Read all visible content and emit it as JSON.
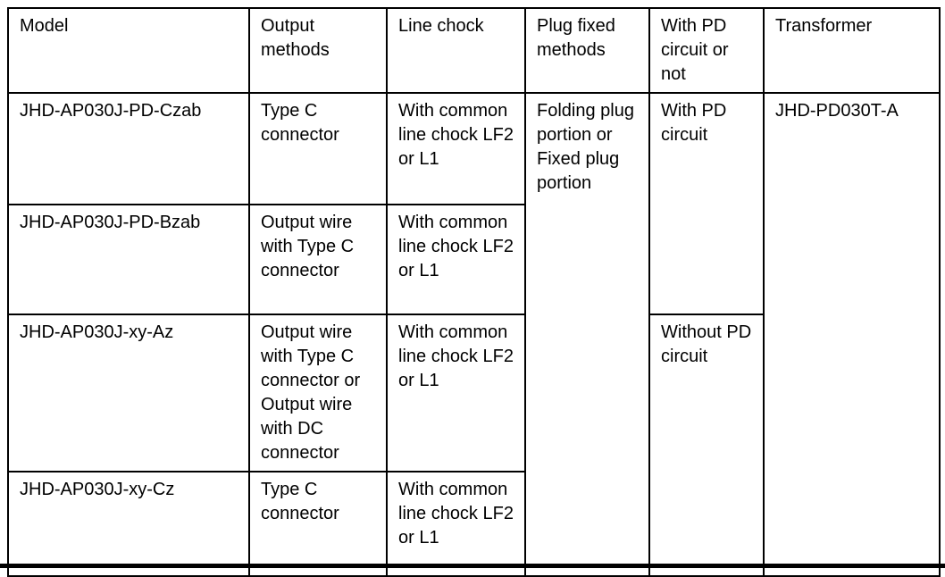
{
  "page": {
    "background_color": "#ffffff",
    "text_color": "#000000",
    "border_color": "#000000"
  },
  "table": {
    "headers": {
      "model": "Model",
      "output_methods": "Output methods",
      "line_chock": "Line chock",
      "plug_fixed_methods": "Plug fixed methods",
      "pd_circuit": "With PD circuit or not",
      "transformer": "Transformer"
    },
    "rows": [
      {
        "model": "JHD-AP030J-PD-Czab",
        "output_method": "Type C connector",
        "line_chock": "With common line chock LF2 or L1"
      },
      {
        "model": "JHD-AP030J-PD-Bzab",
        "output_method": "Output wire with Type C connector",
        "line_chock": "With common line chock LF2 or L1"
      },
      {
        "model": "JHD-AP030J-xy-Az",
        "output_method": "Output wire with Type C connector or Output wire with DC connector",
        "line_chock": "With common line chock LF2 or L1"
      },
      {
        "model": "JHD-AP030J-xy-Cz",
        "output_method": "Type C connector",
        "line_chock": "With common line chock LF2 or L1"
      }
    ],
    "merged_cells": {
      "plug_fixed_methods": "Folding plug portion or Fixed plug portion",
      "pd_with": "With PD circuit",
      "pd_without": "Without PD circuit",
      "transformer": "JHD-PD030T-A"
    }
  }
}
